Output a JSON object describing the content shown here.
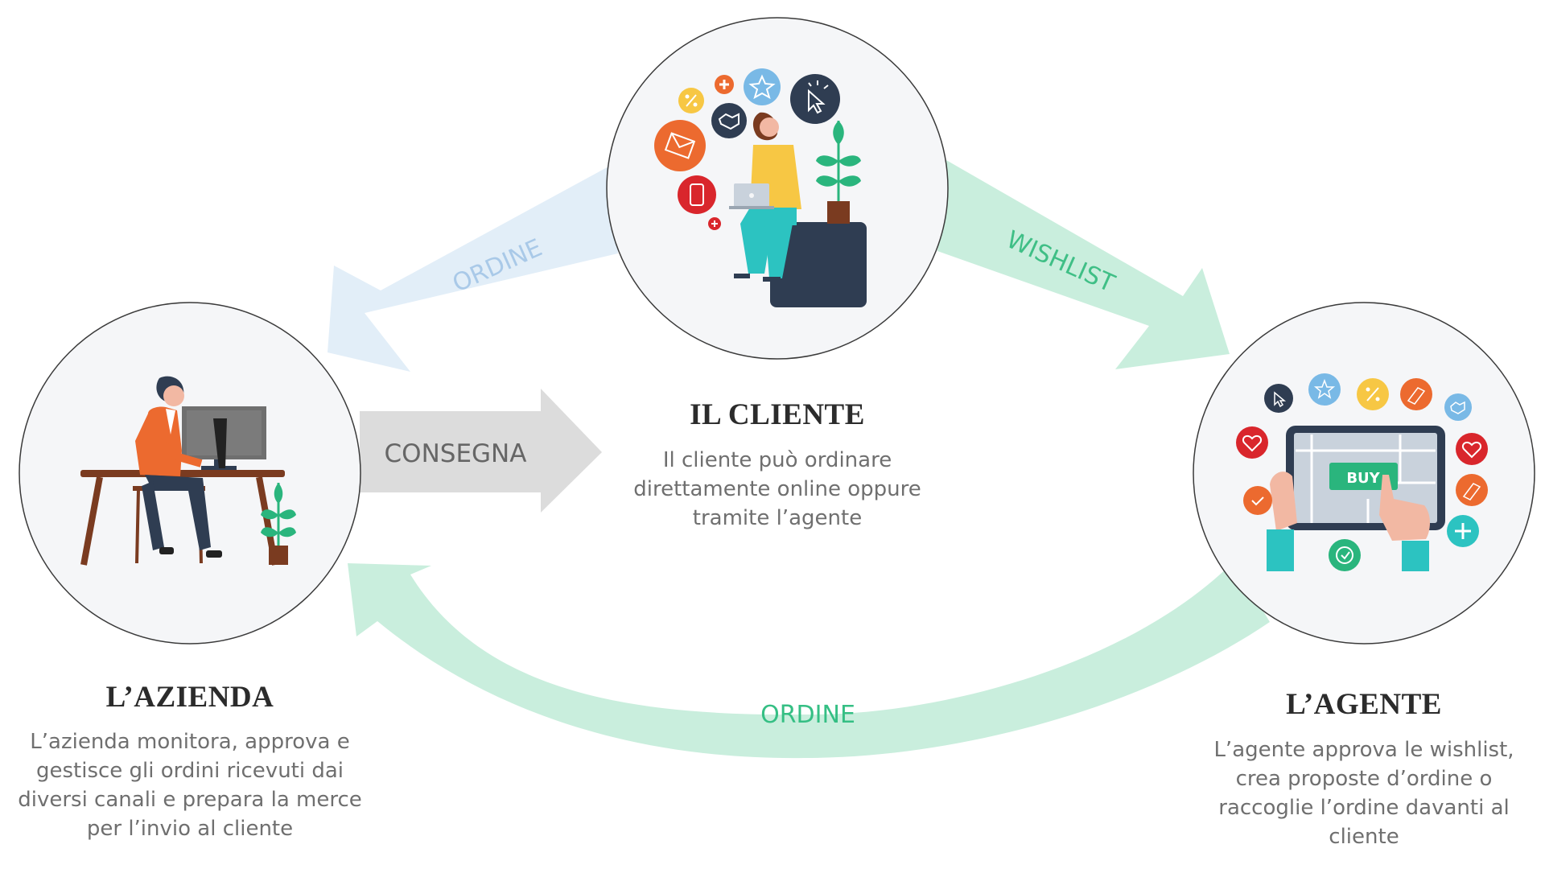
{
  "nodes": {
    "cliente": {
      "title": "IL CLIENTE",
      "desc_lines": [
        "Il cliente può ordinare",
        "direttamente online oppure",
        "tramite l’agente"
      ]
    },
    "azienda": {
      "title": "L’AZIENDA",
      "desc_lines": [
        "L’azienda monitora, approva e",
        "gestisce gli ordini ricevuti dai",
        "diversi canali e prepara la merce",
        "per l’invio al cliente"
      ]
    },
    "agente": {
      "title": "L’AGENTE",
      "desc_lines": [
        "L’agente approva le wishlist,",
        "crea proposte d’ordine o",
        "raccoglie l’ordine davanti al",
        "cliente"
      ]
    }
  },
  "edges": {
    "cliente_to_azienda": {
      "label": "ORDINE",
      "color": "#e2eef8",
      "text_color": "#a9c9e8"
    },
    "cliente_to_agente": {
      "label": "WISHLIST",
      "color": "#c9eedd",
      "text_color": "#3fbf86"
    },
    "azienda_to_cliente": {
      "label": "CONSEGNA",
      "color": "#dcdcdc",
      "text_color": "#666666"
    },
    "agente_to_azienda": {
      "label": "ORDINE",
      "color": "#c9eedd",
      "text_color": "#35bf84"
    }
  },
  "illustration": {
    "buy_button_label": "BUY",
    "icons_cliente": [
      "plus-icon",
      "star-icon",
      "cursor-click-icon",
      "percent-icon",
      "handshake-icon",
      "envelope-icon",
      "smartphone-icon",
      "small-plus-icon"
    ],
    "icons_agente": [
      "cursor-click-icon",
      "star-icon",
      "percent-icon",
      "tag-icon",
      "handshake-icon",
      "heart-icon",
      "heart-icon",
      "tag-icon",
      "plus-icon",
      "clock-icon",
      "check-icon"
    ],
    "colors": {
      "circle_fill": "#f5f6f8",
      "circle_stroke": "#3a3a3a",
      "navy": "#2f3d52",
      "orange": "#ec6a2f",
      "yellow": "#f7c744",
      "teal": "#2cc3c1",
      "green": "#2ab57d",
      "red": "#d9262c",
      "light_blue": "#79b9e6"
    }
  }
}
